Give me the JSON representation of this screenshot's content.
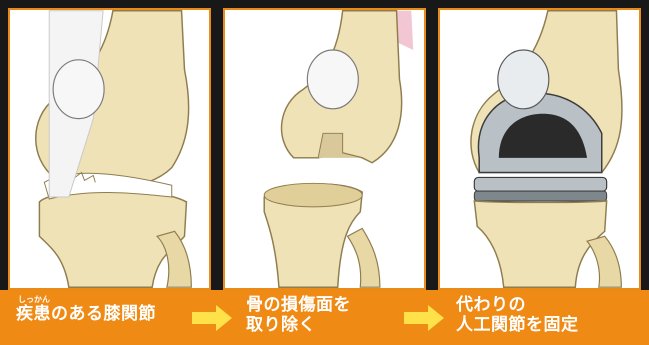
{
  "steps": [
    {
      "ruby": "しっかん",
      "line1": "疾患のある膝関節",
      "line2": ""
    },
    {
      "line1": "骨の損傷面を",
      "line2": "取り除く"
    },
    {
      "line1": "代わりの",
      "line2": "人工関節を固定"
    }
  ],
  "colors": {
    "frame": "#e98b16",
    "bar": "#ef8a15",
    "bone": "#efe2b6",
    "bone_edge": "#8f7d4f",
    "cartilage": "#ffffff",
    "implant": "#b9c1c6"
  },
  "icons": [
    "knee-joint-illustration",
    "bone-cut-illustration",
    "implant-illustration",
    "arrow-right-icon"
  ]
}
